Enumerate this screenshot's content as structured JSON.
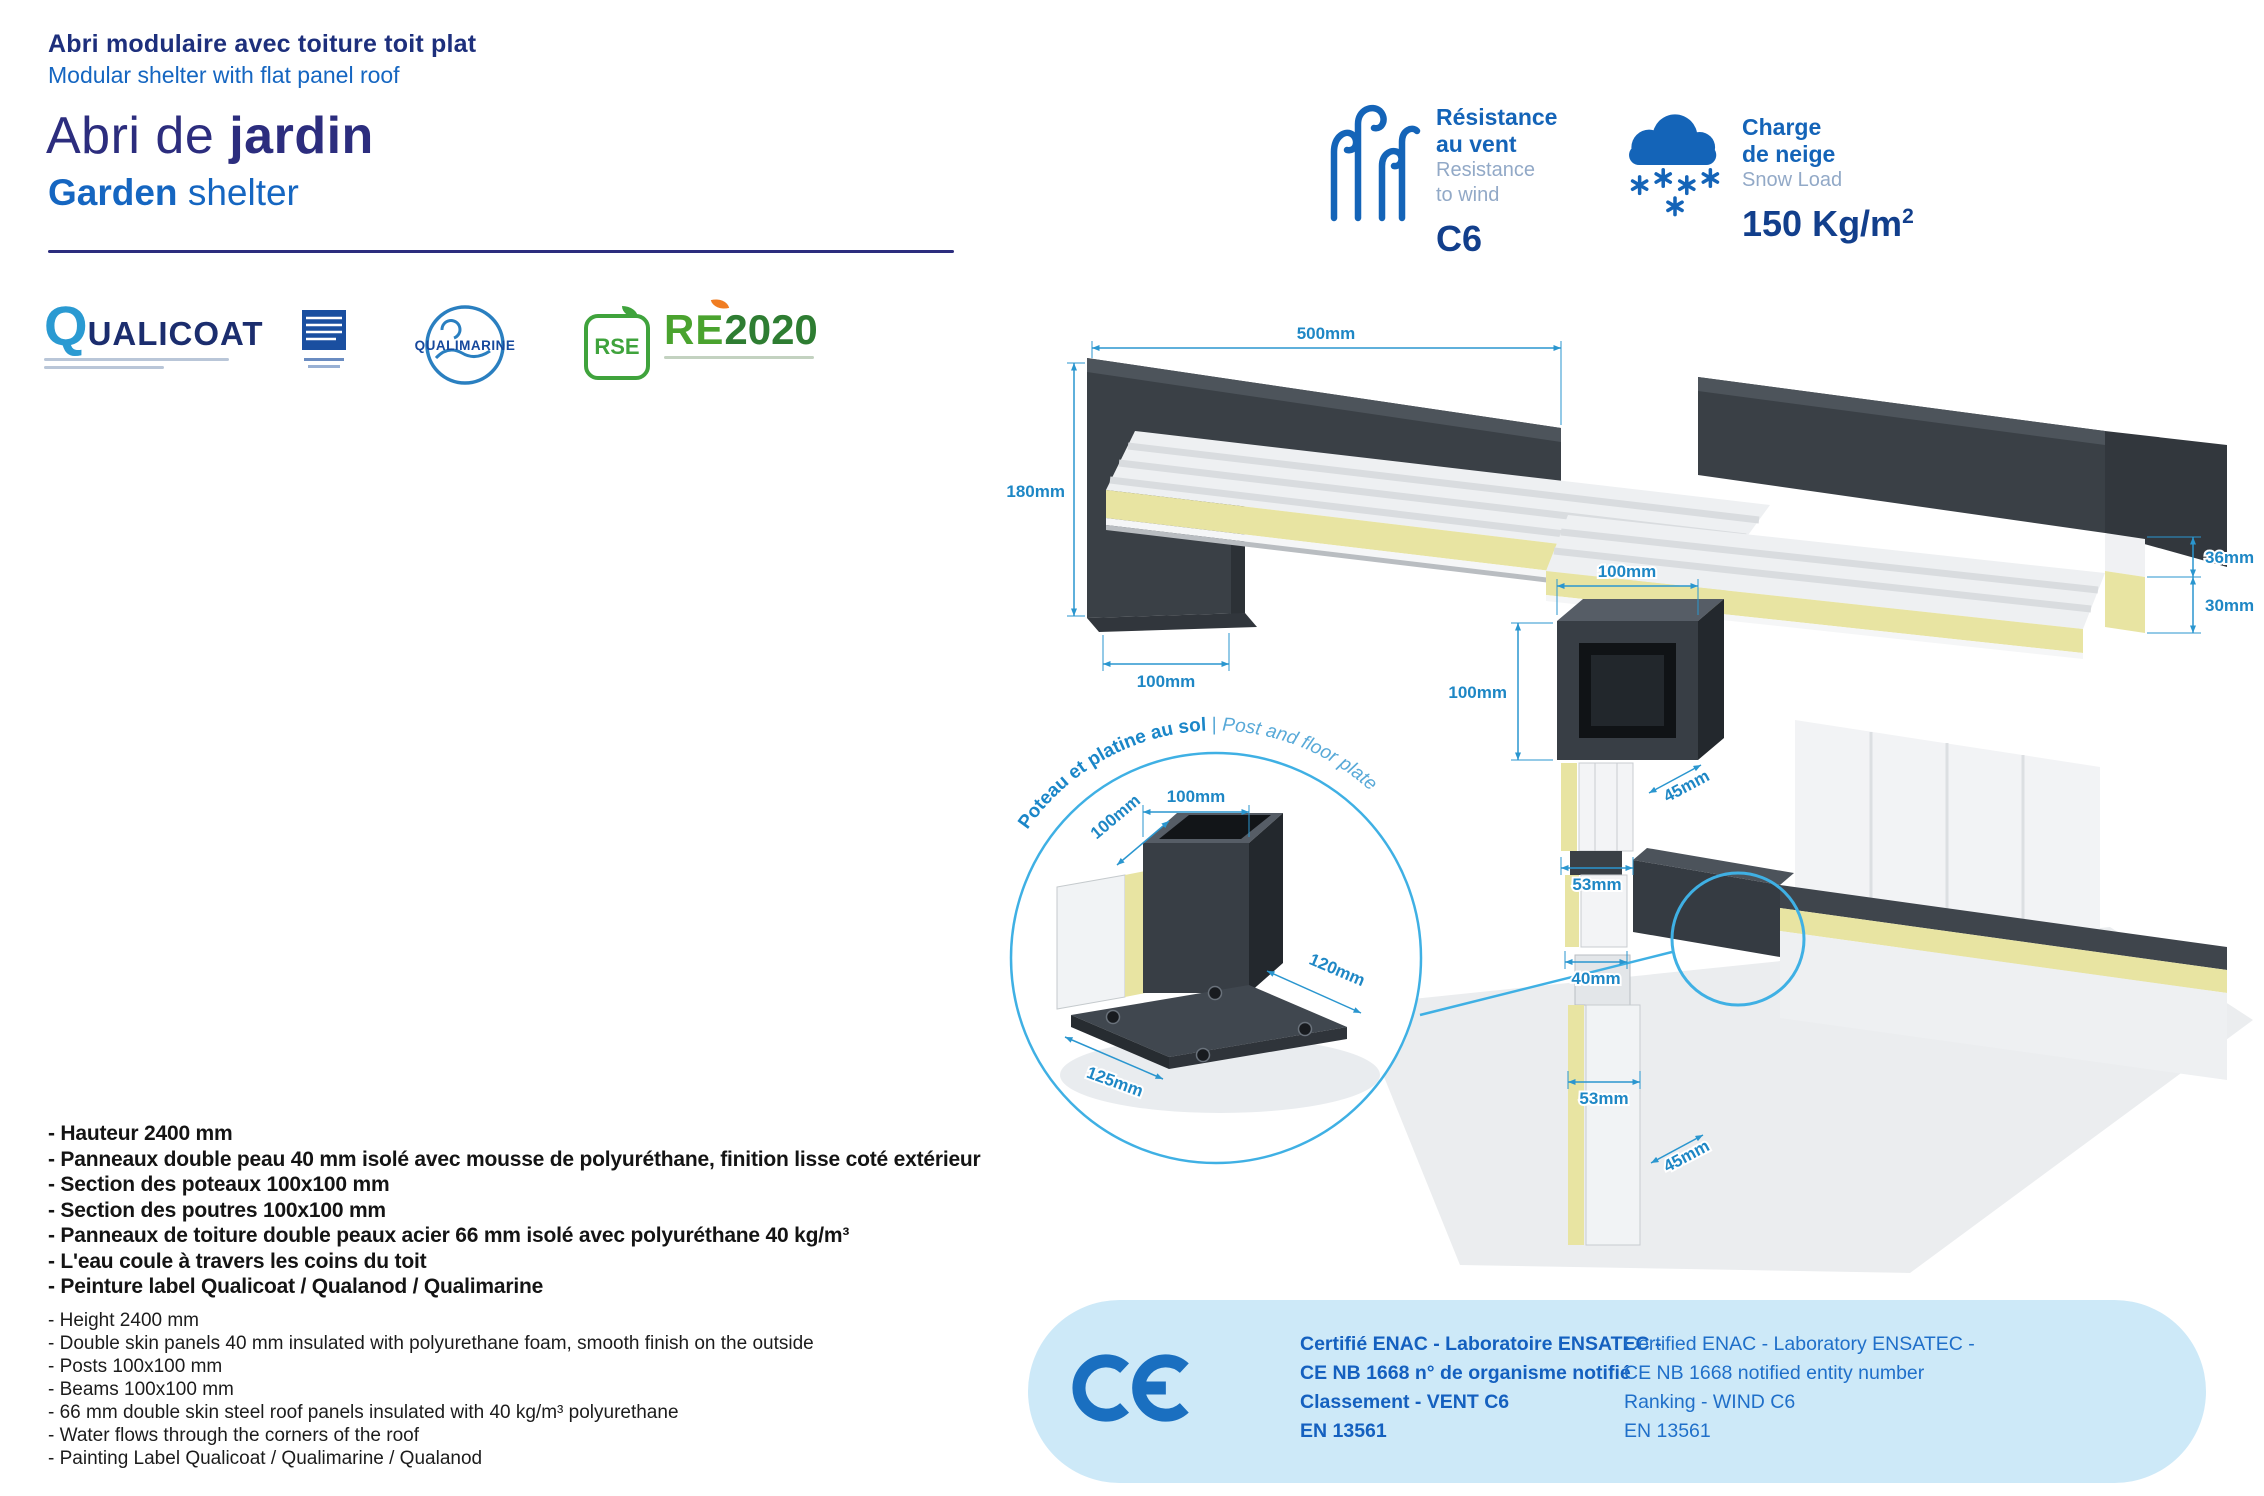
{
  "header": {
    "subtitle_fr": "Abri modulaire avec toiture toit plat",
    "subtitle_en": "Modular shelter with flat panel roof",
    "title_fr_a": "Abri de ",
    "title_fr_b": "jardin",
    "title_en_a": "Garden",
    "title_en_b": " shelter"
  },
  "logos": {
    "qualicoat_q": "Q",
    "qualicoat_rest": "UALICOAT",
    "qualimarine": "QUALIMARINE",
    "rse": "RSE",
    "re2020_a": "RE",
    "re2020_b": "2020"
  },
  "badges": {
    "wind": {
      "fr1": "Résistance",
      "fr2": "au vent",
      "en1": "Resistance",
      "en2": "to wind",
      "value": "C6"
    },
    "snow": {
      "fr1": "Charge",
      "fr2": "de neige",
      "en1": "Snow Load",
      "value": "150 Kg/m",
      "sup": "2"
    }
  },
  "specs_fr": [
    "- Hauteur 2400 mm",
    "- Panneaux double peau 40 mm isolé avec mousse de polyuréthane, finition lisse coté extérieur",
    "- Section des poteaux 100x100 mm",
    "- Section des poutres 100x100 mm",
    "- Panneaux de toiture double peaux acier 66 mm isolé avec polyuréthane 40 kg/m³",
    "- L'eau coule à travers les coins du toit",
    "- Peinture label Qualicoat / Qualanod / Qualimarine"
  ],
  "specs_en": [
    "- Height 2400 mm",
    "- Double skin panels 40 mm insulated with polyurethane foam, smooth finish on the outside",
    "- Posts 100x100 mm",
    "- Beams 100x100 mm",
    "- 66 mm double skin steel roof panels insulated with 40 kg/m³ polyurethane",
    "- Water flows through the corners of the roof",
    "- Painting Label Qualicoat / Qualimarine / Qualanod"
  ],
  "drawing": {
    "callout_fr": "Poteau et platine au sol",
    "callout_sep": " | ",
    "callout_en": "Post and floor plate",
    "dims": {
      "top_width": "500mm",
      "left_height": "180mm",
      "base_flange": "100mm",
      "beam_width": "100mm",
      "rib_height": "36mm",
      "panel_body": "30mm",
      "beam_height": "100mm",
      "conn_depth_top": "45mm",
      "profile_top": "53mm",
      "profile_mid": "40mm",
      "wall_width": "53mm",
      "conn_depth_bottom": "45mm",
      "detail_top": "100mm",
      "detail_side": "100mm",
      "detail_plate_side": "120mm",
      "detail_plate_front": "125mm"
    }
  },
  "ce": {
    "fr": [
      "Certifié ENAC - Laboratoire ENSATEC -",
      "CE NB 1668 n° de organisme notifié",
      "Classement - VENT C6",
      "EN 13561"
    ],
    "en": [
      "Certified ENAC - Laboratory ENSATEC -",
      "CE NB 1668 notified entity number",
      "Ranking - WIND C6",
      "EN 13561"
    ]
  },
  "colors": {
    "accent_blue": "#1464b8",
    "navy": "#2c2d7e",
    "dim_blue": "#2a96cf",
    "ce_bg": "#cde9f8"
  }
}
